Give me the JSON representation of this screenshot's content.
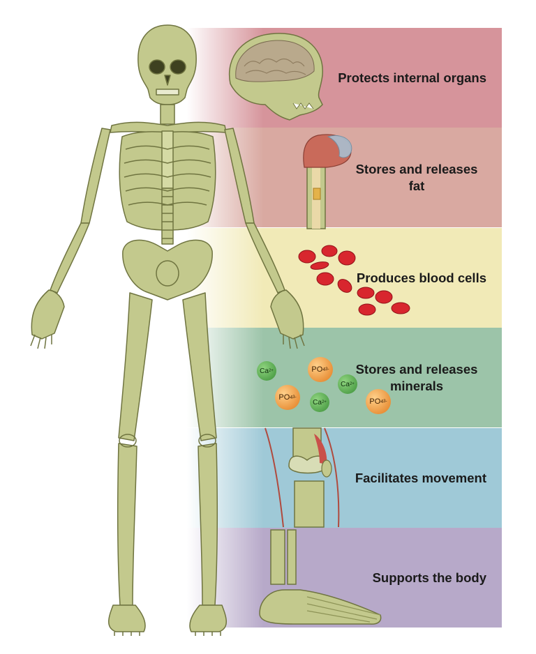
{
  "functions": [
    {
      "label": "Protects internal organs",
      "color": "#d6949b"
    },
    {
      "label": "Stores and releases fat",
      "color": "#d9a9a1"
    },
    {
      "label": "Produces blood cells",
      "color": "#f1eab7"
    },
    {
      "label": "Stores and releases minerals",
      "color": "#9cc4a9"
    },
    {
      "label": "Facilitates movement",
      "color": "#9fc9d7"
    },
    {
      "label": "Supports the body",
      "color": "#b7a9c9"
    }
  ],
  "ions": {
    "calcium": "Ca",
    "calcium_charge": "2+",
    "phosphate": "PO",
    "phosphate_sub": "4",
    "phosphate_charge": "3-"
  },
  "colors": {
    "bone": "#c3c98d",
    "bone_dark": "#8d9356",
    "blood_cell": "#d8262e",
    "calcium_ion": "#4fa74b",
    "phosphate_ion": "#ec8a2c"
  }
}
